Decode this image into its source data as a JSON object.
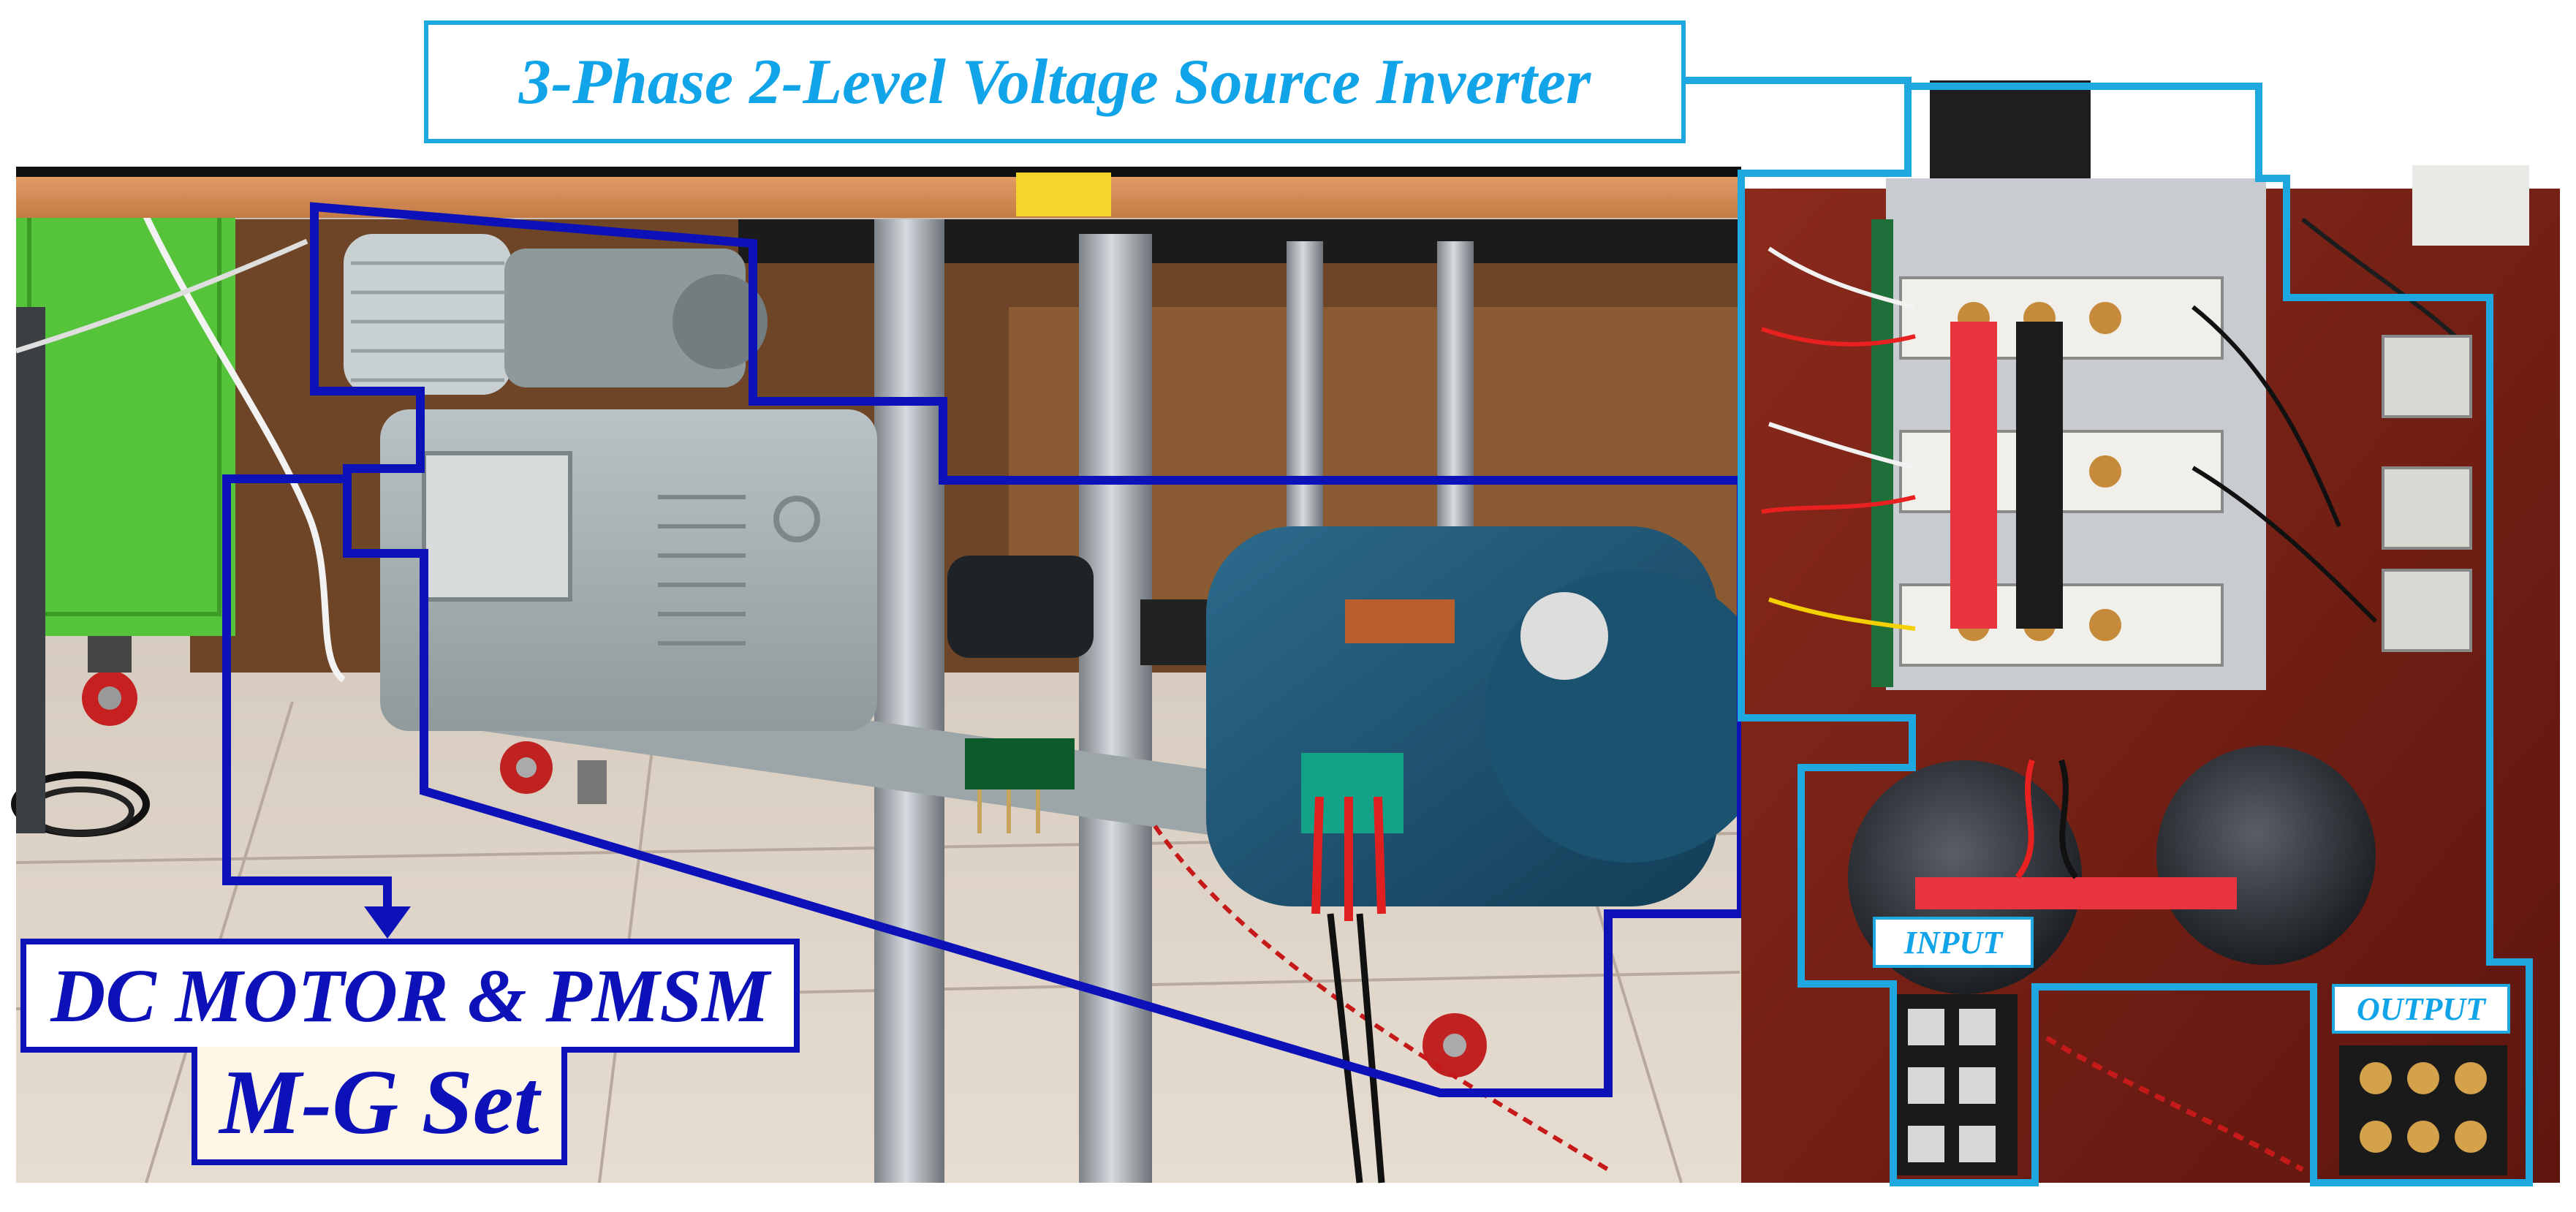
{
  "labels": {
    "title": "3-Phase 2-Level Voltage Source Inverter",
    "mg_set_line1": "DC MOTOR & PMSM",
    "mg_set_line2": "M-G Set",
    "input": "INPUT",
    "output": "OUTPUT"
  },
  "colors": {
    "mg_outline": "#0c11b8",
    "inverter_outline": "#1fa7e0",
    "title_text": "#12a4e8",
    "mg_label_fill": "#fff6e6"
  },
  "objects": [
    "work-table",
    "steel-pole",
    "green-cabinet",
    "dc-motor",
    "coupling",
    "encoder-board",
    "pmsm-motor",
    "motor-cart",
    "inverter-panel",
    "heatsink",
    "igbt-module",
    "busbar",
    "dc-link-capacitor",
    "current-sensor",
    "terminal-block",
    "circuit-breaker"
  ]
}
